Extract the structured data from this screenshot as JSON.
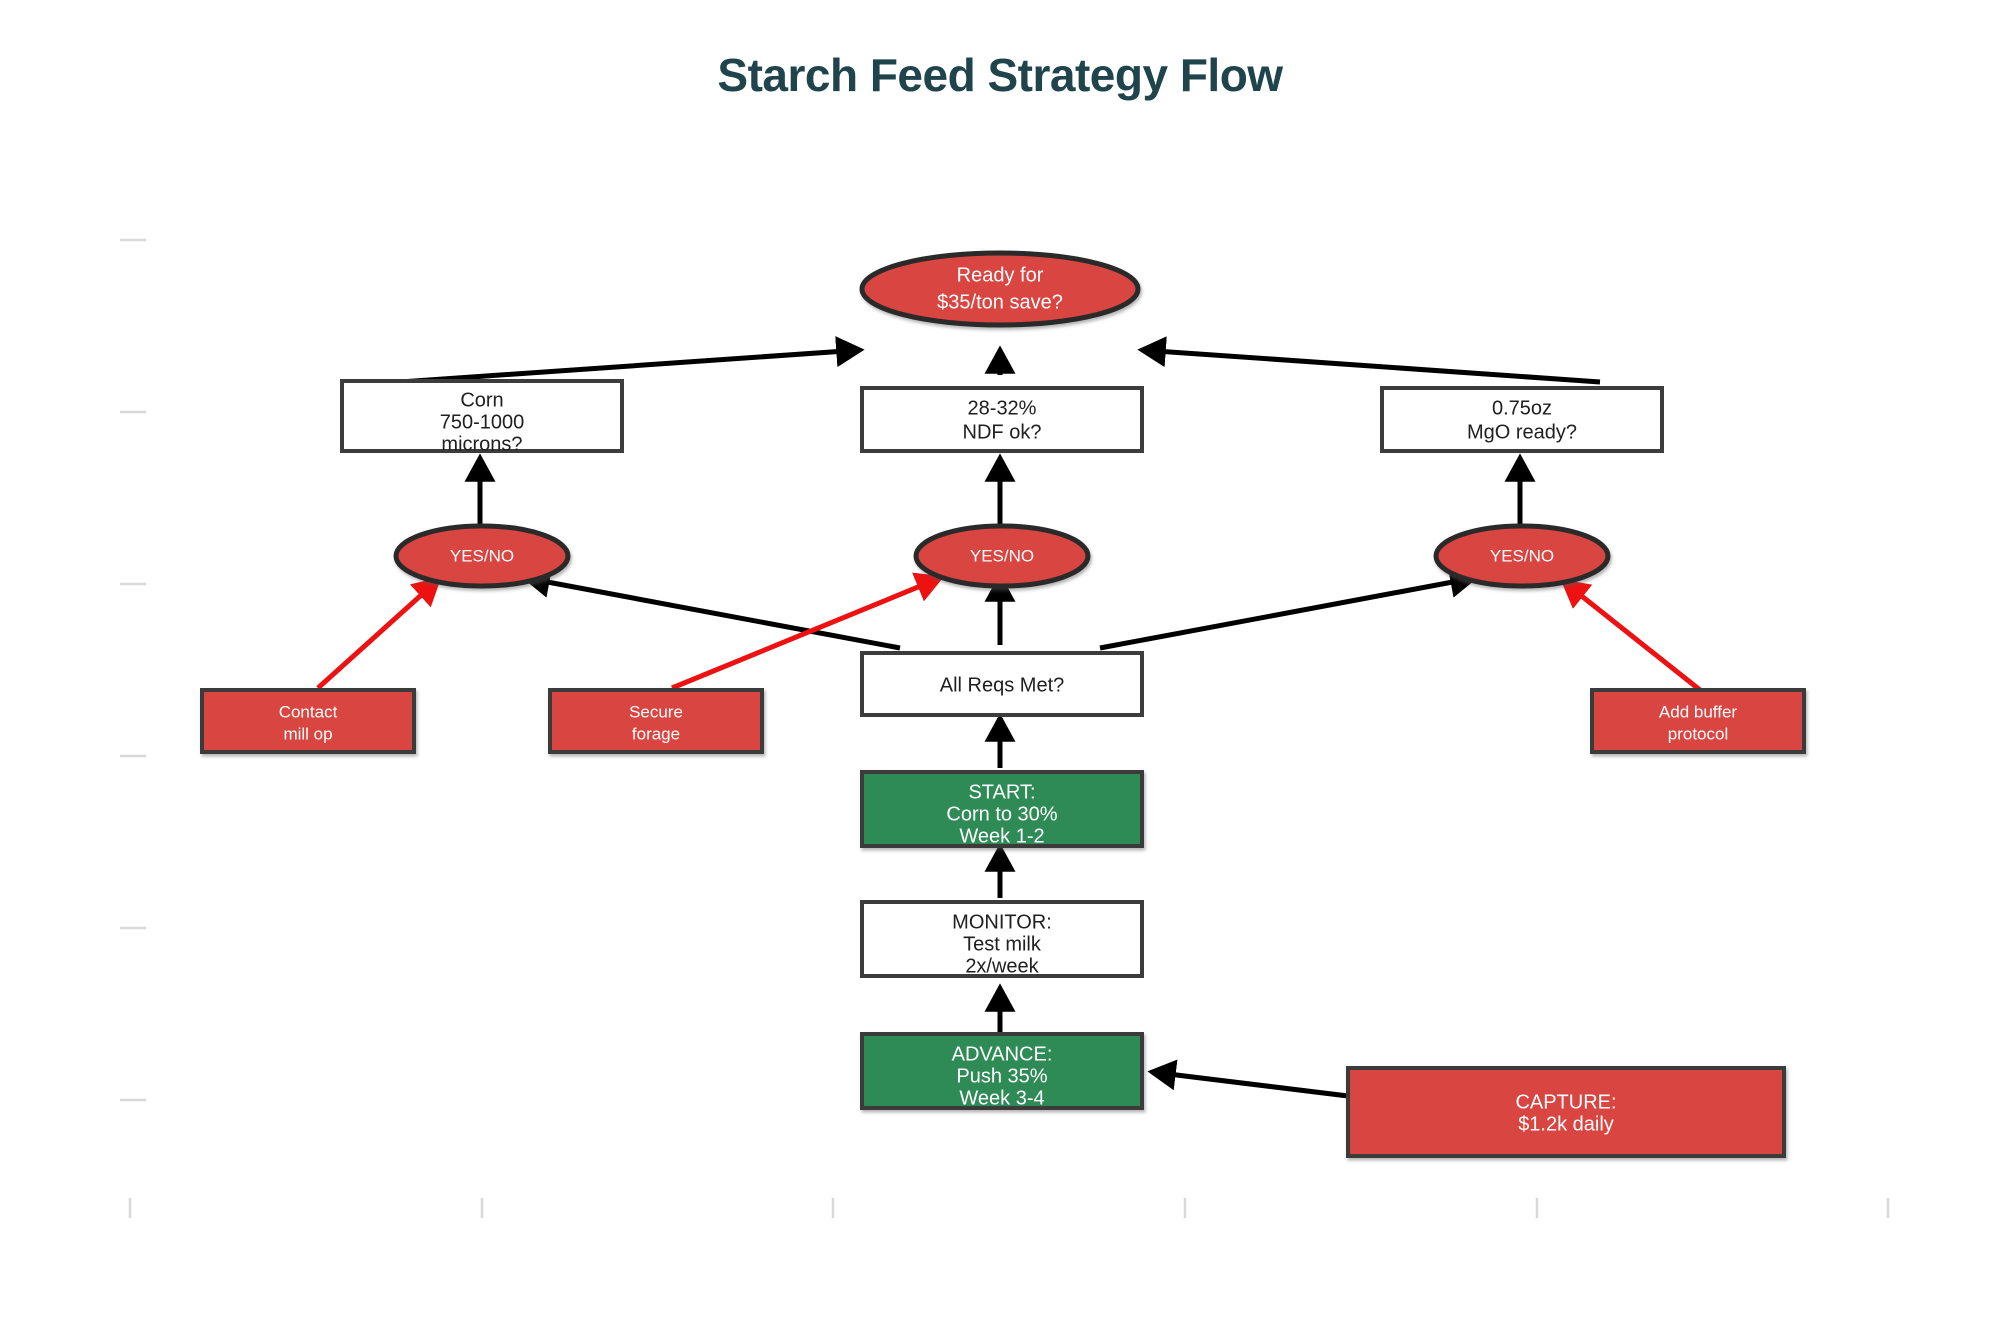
{
  "title": "Starch Feed Strategy Flow",
  "colors": {
    "title": "#20444c",
    "red_fill": "#d9453f",
    "green_fill": "#2e8b57",
    "white_fill": "#ffffff",
    "node_border": "#3a3a3a",
    "edge_black": "#000000",
    "edge_red": "#ee1111",
    "canvas": "#ffffff"
  },
  "nodes": {
    "goal": {
      "label_line1": "Ready for",
      "label_line2": "$35/ton save?",
      "shape": "ellipse",
      "fill": "red"
    },
    "check_corn": {
      "label_line1": "Corn",
      "label_line2": "750-1000",
      "label_line3": "microns?",
      "shape": "box",
      "fill": "white"
    },
    "check_ndf": {
      "label_line1": "28-32%",
      "label_line2": "NDF ok?",
      "shape": "box",
      "fill": "white"
    },
    "check_mgo": {
      "label_line1": "0.75oz",
      "label_line2": "MgO ready?",
      "shape": "box",
      "fill": "white"
    },
    "decision_left": {
      "label": "YES/NO",
      "shape": "ellipse",
      "fill": "red"
    },
    "decision_center": {
      "label": "YES/NO",
      "shape": "ellipse",
      "fill": "red"
    },
    "decision_right": {
      "label": "YES/NO",
      "shape": "ellipse",
      "fill": "red"
    },
    "contact_mill": {
      "label_line1": "Contact",
      "label_line2": "mill op",
      "shape": "box",
      "fill": "red"
    },
    "secure_forage": {
      "label_line1": "Secure",
      "label_line2": "forage",
      "shape": "box",
      "fill": "red"
    },
    "add_buffer": {
      "label_line1": "Add buffer",
      "label_line2": "protocol",
      "shape": "box",
      "fill": "red"
    },
    "all_reqs": {
      "label": "All Reqs Met?",
      "shape": "box",
      "fill": "white"
    },
    "start": {
      "label_line1": "START:",
      "label_line2": "Corn to 30%",
      "label_line3": "Week 1-2",
      "shape": "box",
      "fill": "green"
    },
    "monitor": {
      "label_line1": "MONITOR:",
      "label_line2": "Test milk",
      "label_line3": "2x/week",
      "shape": "box",
      "fill": "white"
    },
    "advance": {
      "label_line1": "ADVANCE:",
      "label_line2": "Push 35%",
      "label_line3": "Week 3-4",
      "shape": "box",
      "fill": "green"
    },
    "capture": {
      "label_line1": "CAPTURE:",
      "label_line2": "$1.2k daily",
      "shape": "box",
      "fill": "red"
    }
  },
  "edges": [
    {
      "from": "check_corn",
      "to": "goal",
      "color": "black"
    },
    {
      "from": "check_ndf",
      "to": "goal",
      "color": "black"
    },
    {
      "from": "check_mgo",
      "to": "goal",
      "color": "black"
    },
    {
      "from": "decision_left",
      "to": "check_corn",
      "color": "black"
    },
    {
      "from": "decision_center",
      "to": "check_ndf",
      "color": "black"
    },
    {
      "from": "decision_right",
      "to": "check_mgo",
      "color": "black"
    },
    {
      "from": "all_reqs",
      "to": "decision_left",
      "color": "black"
    },
    {
      "from": "all_reqs",
      "to": "decision_center",
      "color": "black"
    },
    {
      "from": "all_reqs",
      "to": "decision_right",
      "color": "black"
    },
    {
      "from": "contact_mill",
      "to": "decision_left",
      "color": "red"
    },
    {
      "from": "secure_forage",
      "to": "decision_center",
      "color": "red"
    },
    {
      "from": "add_buffer",
      "to": "decision_right",
      "color": "red"
    },
    {
      "from": "start",
      "to": "all_reqs",
      "color": "black"
    },
    {
      "from": "monitor",
      "to": "start",
      "color": "black"
    },
    {
      "from": "advance",
      "to": "monitor",
      "color": "black"
    },
    {
      "from": "capture",
      "to": "advance",
      "color": "black"
    }
  ]
}
